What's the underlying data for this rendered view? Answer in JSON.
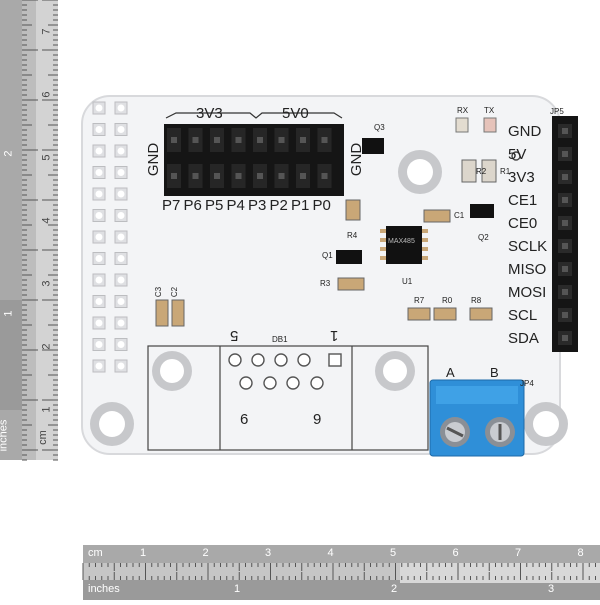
{
  "colors": {
    "board": "#f3f4f6",
    "header": "#151515",
    "terminal": "#2f8fd8",
    "pad": "#c9a777",
    "ruler": "#b3b3b3",
    "ruler_dark": "#8c8c8c"
  },
  "rulers": {
    "vertical": {
      "unit_top": "inches",
      "unit_bottom": "cm",
      "cm_ticks": [
        "7",
        "6",
        "5",
        "4",
        "3",
        "2",
        "1"
      ],
      "inch_ticks": [
        "2",
        "1"
      ]
    },
    "horizontal": {
      "unit_top": "cm",
      "unit_bottom": "inches",
      "cm_ticks": [
        "1",
        "2",
        "3",
        "4",
        "5",
        "6",
        "7",
        "8"
      ],
      "inch_ticks": [
        "1",
        "2",
        "3"
      ]
    }
  },
  "board": {
    "header_labels": {
      "rail_3v3": "3V3",
      "rail_5v0": "5V0",
      "gnd_left": "GND",
      "gnd_right": "GND",
      "ports": [
        "P7",
        "P6",
        "P5",
        "P4",
        "P3",
        "P2",
        "P1",
        "P0"
      ]
    },
    "right_header": {
      "id": "JP5",
      "pins": [
        "GND",
        "5V",
        "3V3",
        "CE1",
        "CE0",
        "SCLK",
        "MISO",
        "MOSI",
        "SCL",
        "SDA"
      ]
    },
    "components": {
      "q3": "Q3",
      "rx": "RX",
      "tx": "TX",
      "r2": "R2",
      "r1": "R1",
      "c1": "C1",
      "q2": "Q2",
      "r4": "R4",
      "q1": "Q1",
      "r3": "R3",
      "u1": "U1",
      "r7": "R7",
      "r0": "R0",
      "r8": "R8",
      "c3": "C3",
      "c2": "C2",
      "db1": "DB1",
      "jp4": "JP4",
      "chip_text": "MAX485"
    },
    "db9": {
      "pin5": "5",
      "pin1": "1",
      "pin6": "6",
      "pin9": "9"
    },
    "terminal": {
      "a": "A",
      "b": "B"
    }
  }
}
